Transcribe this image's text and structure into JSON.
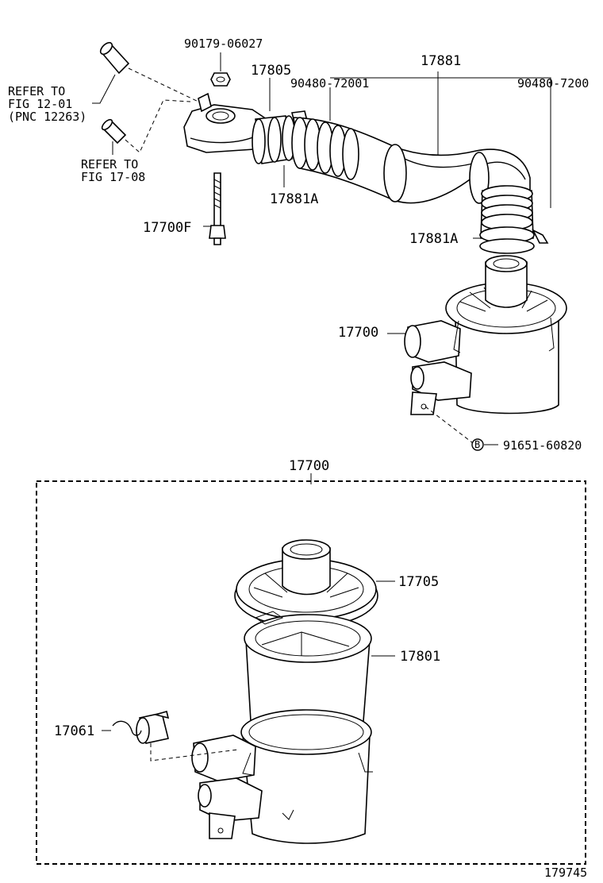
{
  "callouts": {
    "nut": "90179-06027",
    "refer_top_1": "REFER TO",
    "refer_top_2": "FIG 12-01",
    "refer_top_3": "(PNC 12263)",
    "refer_bottom_1": "REFER TO",
    "refer_bottom_2": "FIG 17-08",
    "inlet": "17805",
    "hose_assy": "17881",
    "clamp_left": "90480-72001",
    "clamp_right": "90480-7200",
    "hose_a_upper": "17881A",
    "hose_a_lower": "17881A",
    "stud": "17700F",
    "cleaner_assy_top": "17700",
    "bolt_symbol": "B",
    "bolt": "91651-60820",
    "cleaner_assy_group": "17700",
    "cap": "17705",
    "element": "17801",
    "valve": "17061",
    "figure_number": "179745"
  }
}
